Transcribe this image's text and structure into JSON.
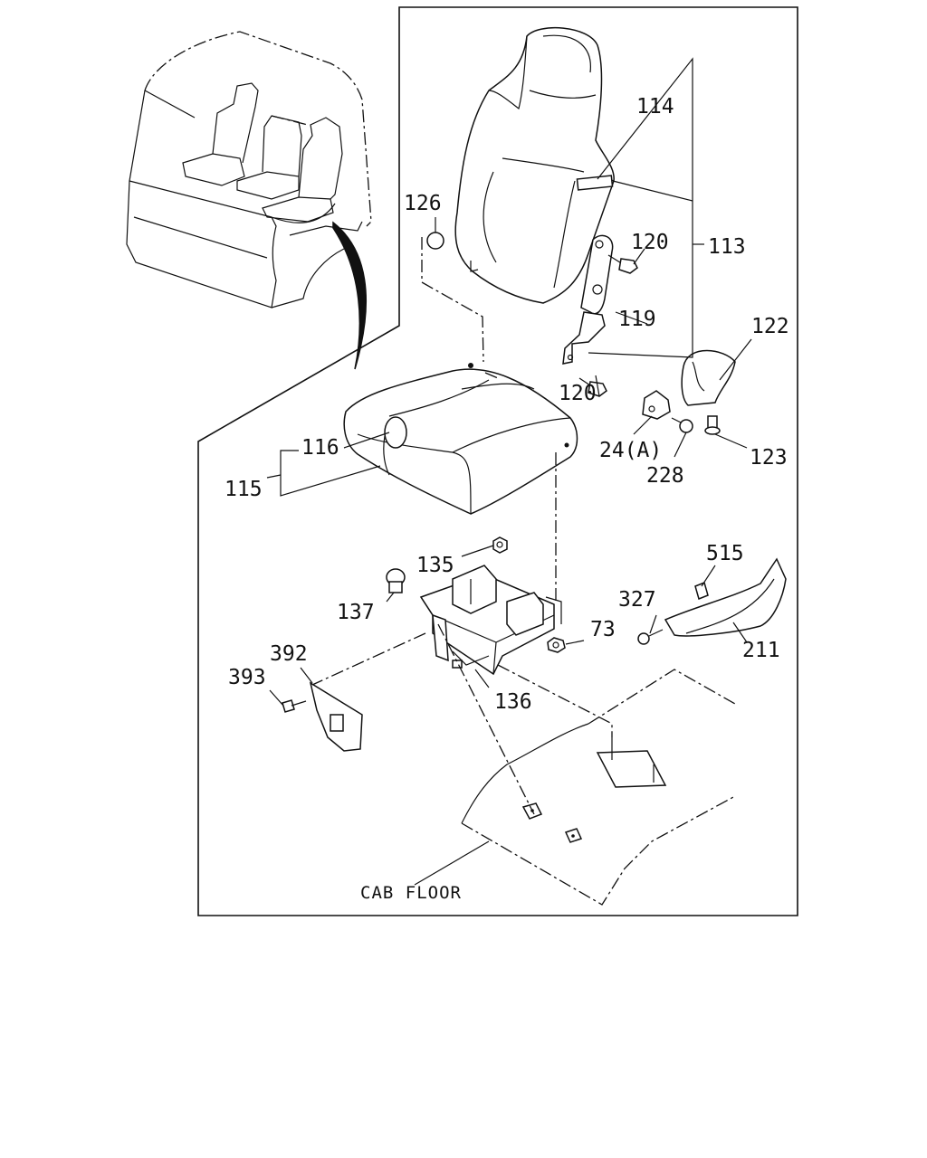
{
  "diagram": {
    "caption": "CAB FLOOR",
    "callouts": [
      {
        "id": "c114",
        "text": "114"
      },
      {
        "id": "c126",
        "text": "126"
      },
      {
        "id": "c120a",
        "text": "120"
      },
      {
        "id": "c113",
        "text": "113"
      },
      {
        "id": "c119",
        "text": "119"
      },
      {
        "id": "c122",
        "text": "122"
      },
      {
        "id": "c120b",
        "text": "120"
      },
      {
        "id": "c24a",
        "text": "24(A)"
      },
      {
        "id": "c116",
        "text": "116"
      },
      {
        "id": "c123",
        "text": "123"
      },
      {
        "id": "c228",
        "text": "228"
      },
      {
        "id": "c115",
        "text": "115"
      },
      {
        "id": "c515",
        "text": "515"
      },
      {
        "id": "c135",
        "text": "135"
      },
      {
        "id": "c327",
        "text": "327"
      },
      {
        "id": "c137",
        "text": "137"
      },
      {
        "id": "c73",
        "text": "73"
      },
      {
        "id": "c392",
        "text": "392"
      },
      {
        "id": "c211",
        "text": "211"
      },
      {
        "id": "c393",
        "text": "393"
      },
      {
        "id": "c136",
        "text": "136"
      }
    ]
  }
}
